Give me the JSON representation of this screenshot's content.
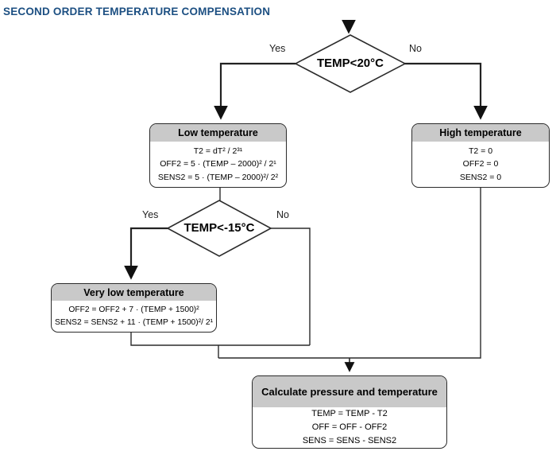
{
  "title": "SECOND ORDER TEMPERATURE COMPENSATION",
  "colors": {
    "title_text": "#1c4f82",
    "box_header_fill": "#c9c9c9",
    "line_stroke": "#2b2b2b"
  },
  "decisions": [
    {
      "condition": "TEMP<20°C",
      "yes_label": "Yes",
      "no_label": "No"
    },
    {
      "condition": "TEMP<-15°C",
      "yes_label": "Yes",
      "no_label": "No"
    }
  ],
  "boxes": {
    "low_temperature": {
      "title": "Low temperature",
      "formulas": [
        "T2 = dT² / 2³¹",
        "OFF2 = 5 · (TEMP – 2000)² / 2¹",
        "SENS2 = 5 · (TEMP – 2000)²/ 2²"
      ]
    },
    "high_temperature": {
      "title": "High temperature",
      "formulas": [
        "T2 = 0",
        "OFF2 = 0",
        "SENS2 = 0"
      ]
    },
    "very_low_temperature": {
      "title": "Very low temperature",
      "formulas": [
        "OFF2 = OFF2 + 7 · (TEMP + 1500)²",
        "SENS2 = SENS2 + 11 · (TEMP + 1500)²/ 2¹"
      ]
    },
    "calculate": {
      "title": "Calculate pressure and temperature",
      "formulas": [
        "TEMP = TEMP - T2",
        "OFF = OFF - OFF2",
        "SENS = SENS - SENS2"
      ]
    }
  }
}
